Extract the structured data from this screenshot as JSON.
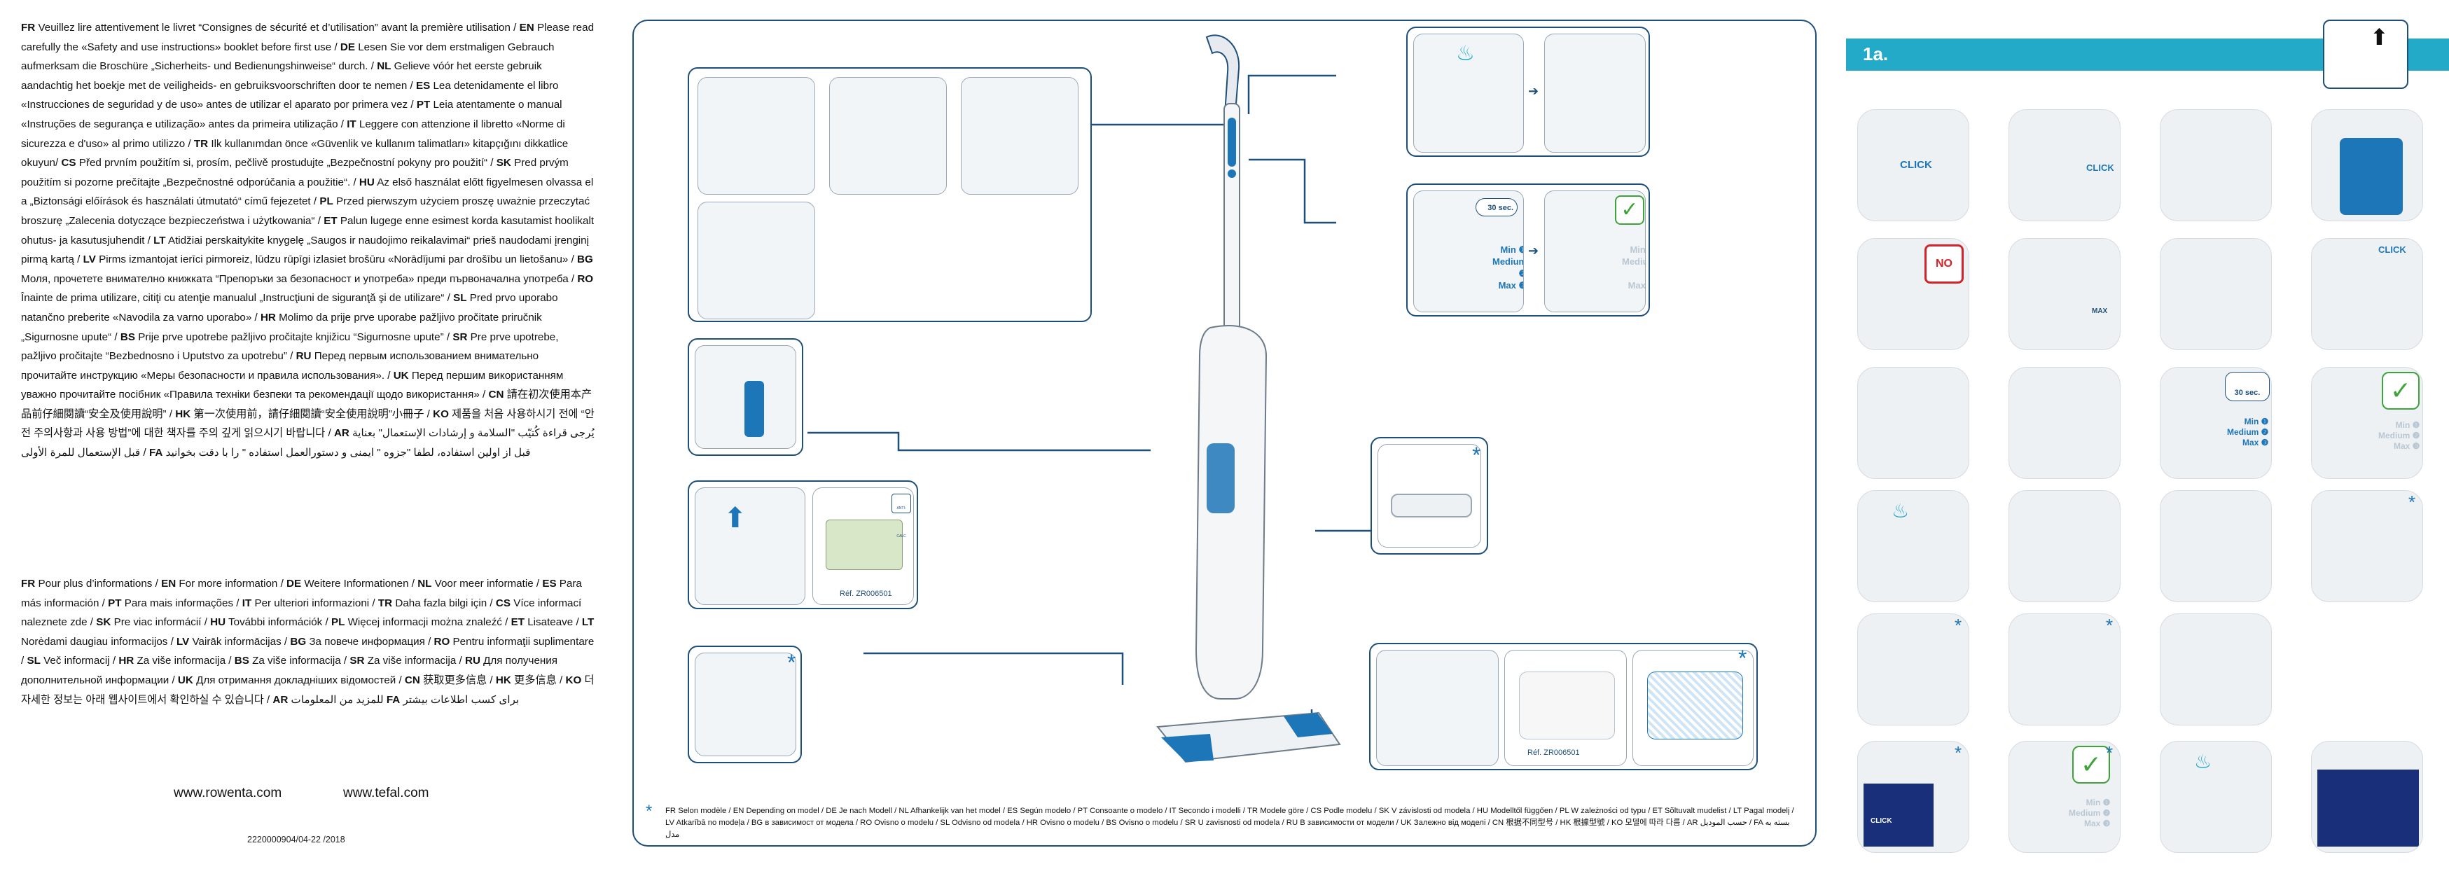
{
  "safety_text": [
    {
      "lang": "FR",
      "text": " Veuillez lire attentivement le livret “Consignes de sécurité et d’utilisation” avant la première utilisation /"
    },
    {
      "lang": "EN",
      "text": " Please read carefully the «Safety and use instructions» booklet before first use /"
    },
    {
      "lang": "DE",
      "text": " Lesen Sie vor dem erstmaligen Gebrauch aufmerksam die Broschüre „Sicherheits- und Bedienungshinweise“ durch. /"
    },
    {
      "lang": "NL",
      "text": " Gelieve vóór het eerste gebruik aandachtig het boekje met de veiligheids- en gebruiksvoorschriften door te nemen /"
    },
    {
      "lang": "ES",
      "text": " Lea detenidamente el libro «Instrucciones de seguridad y de uso» antes de utilizar el aparato por primera vez /"
    },
    {
      "lang": "PT",
      "text": " Leia atentamente o manual «Instruções de segurança e utilização» antes da primeira utilização /"
    },
    {
      "lang": "IT",
      "text": " Leggere con attenzione il libretto «Norme di sicurezza e d'uso» al primo utilizzo /"
    },
    {
      "lang": "TR",
      "text": " Ilk kullanımdan önce «Güvenlik ve kullanım talimatları» kitapçığını dikkatlice okuyun/"
    },
    {
      "lang": "CS",
      "text": " Před prvním použitím si, prosím, pečlivě prostudujte „Bezpečnostní pokyny pro použití“ /"
    },
    {
      "lang": "SK",
      "text": " Pred prvým použitím si pozorne prečítajte „Bezpečnostné odporúčania a použitie“. /"
    },
    {
      "lang": "HU",
      "text": " Az első használat előtt figyelmesen olvassa el a „Biztonsági előírások és használati útmutató“ című fejezetet /"
    },
    {
      "lang": "PL",
      "text": " Przed pierwszym użyciem proszę uważnie przeczytać broszurę „Zalecenia dotyczące bezpieczeństwa i użytkowania“ /"
    },
    {
      "lang": "ET",
      "text": " Palun lugege enne esimest korda kasutamist hoolikalt ohutus- ja kasutusjuhendit /"
    },
    {
      "lang": "LT",
      "text": " Atidžiai perskaitykite knygelę „Saugos ir naudojimo reikalavimai“ prieš naudodami įrenginį pirmą kartą /"
    },
    {
      "lang": "LV",
      "text": " Pirms izmantojat ierīci pirmoreiz, lūdzu rūpīgi izlasiet brošūru «Norādījumi par drošību un lietošanu» /"
    },
    {
      "lang": "BG",
      "text": " Моля, прочетете внимателно книжката “Препоръки за безопасност и употреба» преди първоначална употреба /"
    },
    {
      "lang": "RO",
      "text": " Înainte de prima utilizare, citiţi cu atenţie manualul „Instrucţiuni de siguranţă şi de utilizare“ /"
    },
    {
      "lang": "SL",
      "text": " Pred prvo uporabo natančno preberite «Navodila za varno uporabo» /"
    },
    {
      "lang": "HR",
      "text": " Molimo da prije prve uporabe pažljivo pročitate priručnik „Sigurnosne upute“ /"
    },
    {
      "lang": "BS",
      "text": " Prije prve upotrebe pažljivo pročitajte knjižicu “Sigurnosne upute” /"
    },
    {
      "lang": "SR",
      "text": " Pre prve upotrebe, pažljivo pročitajte “Bezbednosno i Uputstvo za upotrebu” /"
    },
    {
      "lang": "RU",
      "text": " Перед первым использованием внимательно прочитайте инструкцию «Меры безопасности и правила использования». /"
    },
    {
      "lang": "UK",
      "text": " Перед першим використанням уважно прочитайте посібник «Правила техніки безпеки та рекомендації щодо використання» /"
    },
    {
      "lang": "CN",
      "text": " 請在初次使用本产品前仔細閱讀“安全及使用說明” /"
    },
    {
      "lang": "HK",
      "text": " 第一次使用前，請仔細閱讀“安全使用說明”小冊子 /"
    },
    {
      "lang": "KO",
      "text": " 제품을 처음 사용하시기 전에 “안전 주의사항과 사용 방법”에 대한 책자를 주의 깊게 읽으시기 바랍니다 /"
    },
    {
      "lang": "AR",
      "text": " يُرجى قراءة كُتيّب \"السلامة و إرشادات الإستعمال\" بعناية قبل الإستعمال للمرة الأولى /"
    },
    {
      "lang": "FA",
      "text": " قبل از اولین استفاده، لطفا \"جزوه \" ایمنی و دستورالعمل استفاده \" را با دقت بخوانید"
    }
  ],
  "info_text": [
    {
      "lang": "FR",
      "text": " Pour plus d’informations /"
    },
    {
      "lang": "EN",
      "text": " For more information /"
    },
    {
      "lang": "DE",
      "text": " Weitere Informationen /"
    },
    {
      "lang": "NL",
      "text": " Voor meer informatie /"
    },
    {
      "lang": "ES",
      "text": " Para más información /"
    },
    {
      "lang": "PT",
      "text": " Para mais informações /"
    },
    {
      "lang": "IT",
      "text": " Per ulteriori informazioni /"
    },
    {
      "lang": "TR",
      "text": " Daha fazla bilgi için /"
    },
    {
      "lang": "CS",
      "text": " Více informací naleznete zde /"
    },
    {
      "lang": "SK",
      "text": " Pre viac informácií /"
    },
    {
      "lang": "HU",
      "text": " További információk /"
    },
    {
      "lang": "PL",
      "text": " Więcej informacji można znaleźć /"
    },
    {
      "lang": "ET",
      "text": " Lisateave /"
    },
    {
      "lang": "LT",
      "text": " Norėdami daugiau informacijos /"
    },
    {
      "lang": "LV",
      "text": " Vairāk informācijas /"
    },
    {
      "lang": "BG",
      "text": " За повече информация /"
    },
    {
      "lang": "RO",
      "text": " Pentru informaţii suplimentare /"
    },
    {
      "lang": "SL",
      "text": " Več informacij /"
    },
    {
      "lang": "HR",
      "text": " Za više informacija /"
    },
    {
      "lang": "BS",
      "text": " Za više informacija /"
    },
    {
      "lang": "SR",
      "text": " Za više informacija /"
    },
    {
      "lang": "RU",
      "text": " Для получения дополнительной информации /"
    },
    {
      "lang": "UK",
      "text": " Для отримання докладніших відомостей /"
    },
    {
      "lang": "CN",
      "text": " 获取更多信息 /"
    },
    {
      "lang": "HK",
      "text": " 更多信息 /"
    },
    {
      "lang": "KO",
      "text": " 더 자세한 정보는 아래 웹사이트에서 확인하실 수 있습니다 /"
    },
    {
      "lang": "AR",
      "text": " للمزيد من المعلومات"
    },
    {
      "lang": "FA",
      "text": " برای کسب اطلاعات بیشتر"
    }
  ],
  "urls": {
    "rowenta": "www.rowenta.com",
    "tefal": "www.tefal.com"
  },
  "doc_code": "2220000904/04-22 /2018",
  "diagram": {
    "ref_filter": "Réf. ZR006501",
    "ref_pad": "Réf. ZR006501",
    "filter_tag": "ANTI-CALC",
    "timer": "30 sec.",
    "speed_levels": [
      "Min ❶",
      "Medium ❷",
      "Max ❸"
    ],
    "footnote_star": "*",
    "footnote": "FR Selon modèle / EN Depending on model / DE Je nach Modell / NL Afhankelijk van het model / ES Según modelo / PT Consoante o modelo / IT Secondo i modelli / TR Modele göre / CS Podle modelu / SK V závislosti od modela / HU Modelltől függően / PL W zależności od typu / ET Sõltuvalt mudelist / LT Pagal modelį / LV Atkarībā no modeļa / BG в зависимост от модела / RO Ovisno o modelu / SL Odvisno od modela / HR Ovisno o modelu / BS Ovisno o modelu / SR U zavisnosti od modela / RU В зависимости от модели / UK Залежно від моделі / CN 根据不同型号 / HK 根據型號 / KO 모델에 따라 다름 / AR حسب الموديل / FA بسته به مدل"
  },
  "steps": {
    "section_label": "1a.",
    "click": "CLICK",
    "no": "NO",
    "max": "MAX",
    "timer": "30 sec.",
    "speed_levels": [
      "Min ❶",
      "Medium ❷",
      "Max ❸"
    ]
  },
  "colors": {
    "accent": "#1d76b8",
    "teal": "#23aac8",
    "navy": "#1d4f7a",
    "check": "#3ea33b"
  }
}
